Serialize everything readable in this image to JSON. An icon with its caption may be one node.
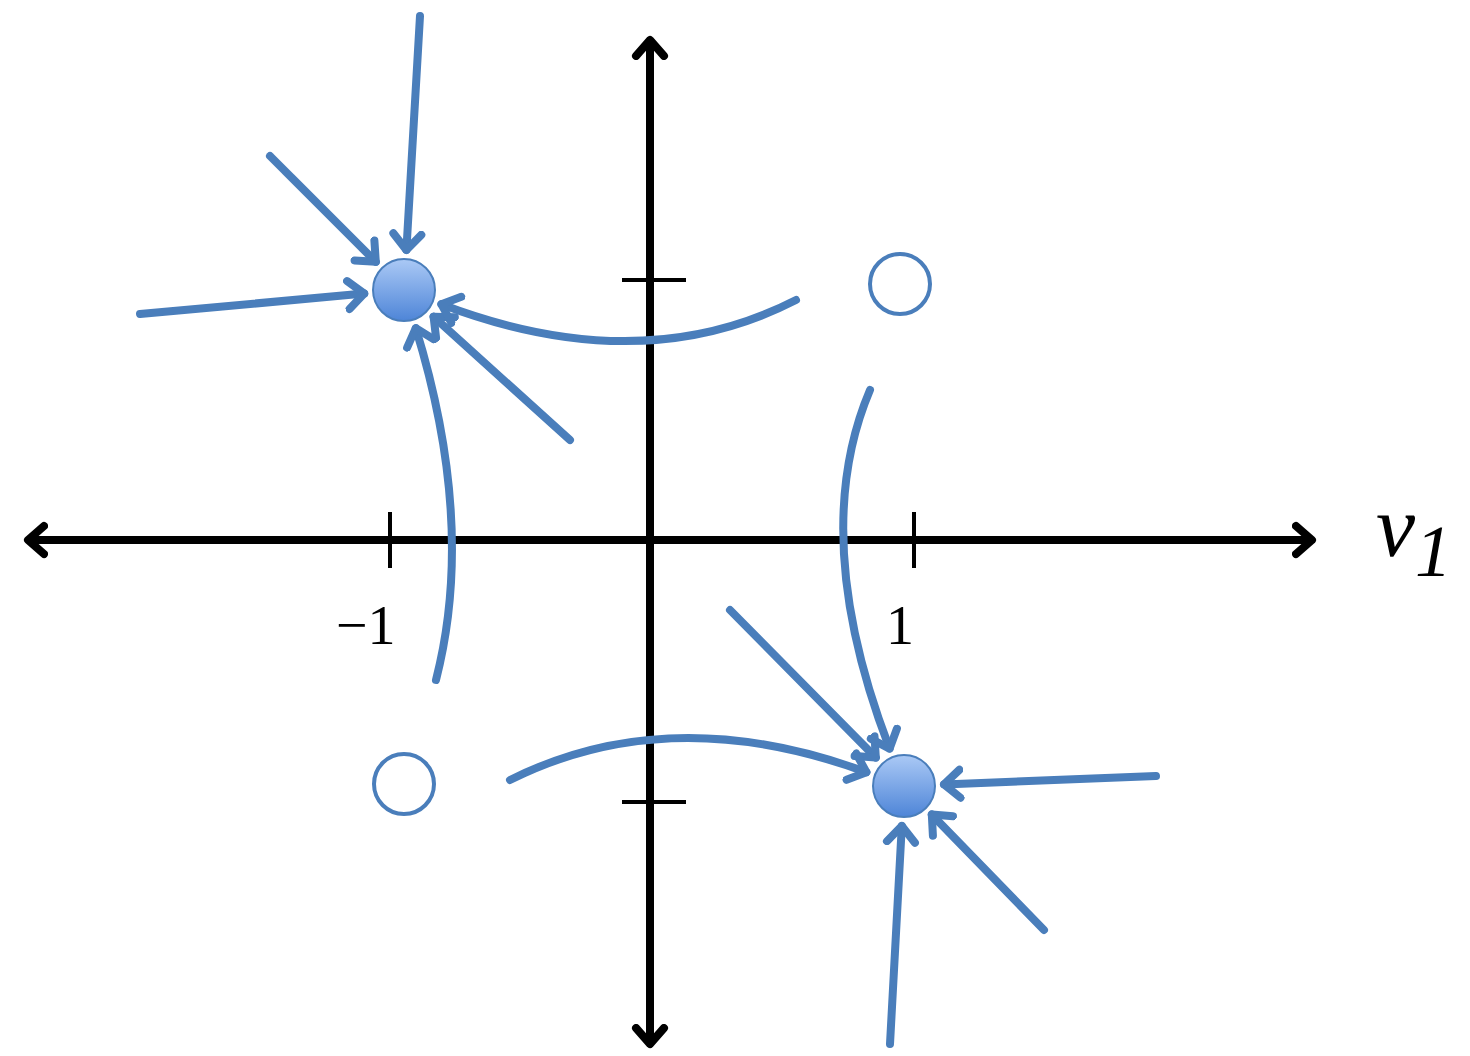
{
  "diagram": {
    "nodes": [
      {
        "text": [],
        "shape": "circle"
      },
      {
        "text": [],
        "shape": "circle"
      },
      {
        "text": [],
        "shape": "circle"
      },
      {
        "text": [],
        "shape": "circle"
      }
    ],
    "edges": [
      {
        "from": null,
        "to": 0,
        "arrow": "to"
      },
      {
        "from": null,
        "to": 0,
        "arrow": "to"
      },
      {
        "from": null,
        "to": 0,
        "arrow": "to"
      },
      {
        "from": null,
        "to": 0,
        "arrow": "to"
      },
      {
        "from": null,
        "to": 0,
        "arrow": "to"
      },
      {
        "from": null,
        "to": 0,
        "arrow": "to"
      },
      {
        "from": null,
        "to": 3,
        "arrow": "to"
      },
      {
        "from": null,
        "to": 3,
        "arrow": "to"
      },
      {
        "from": null,
        "to": 3,
        "arrow": "to"
      },
      {
        "from": null,
        "to": 3,
        "arrow": "to"
      },
      {
        "from": null,
        "to": 3,
        "arrow": "to"
      },
      {
        "from": null,
        "to": 3,
        "arrow": "to"
      }
    ],
    "labels": [
      "v$_{1}$",
      "−1",
      "1"
    ]
  }
}
